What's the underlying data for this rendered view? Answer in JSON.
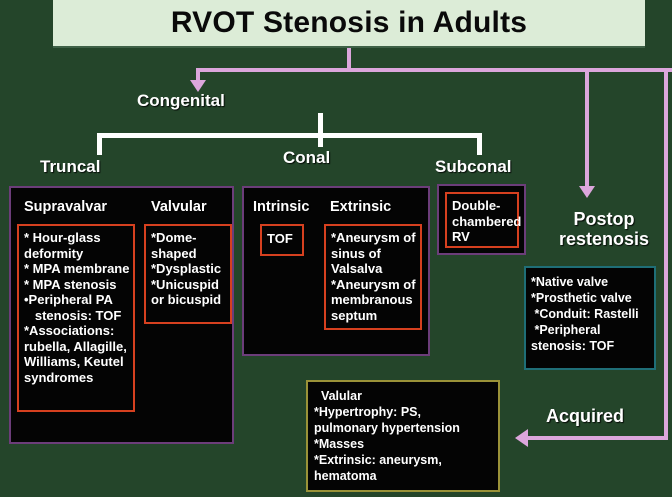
{
  "title": "RVOT Stenosis in Adults",
  "branches": {
    "congenital": "Congenital",
    "postop": "Postop\nrestenosis",
    "acquired": "Acquired"
  },
  "categories": {
    "truncal": "Truncal",
    "conal": "Conal",
    "subconal": "Subconal"
  },
  "truncal": {
    "supravalvar": {
      "heading": "Supravalvar",
      "items": [
        "* Hour-glass",
        "deformity",
        "* MPA membrane",
        "* MPA stenosis",
        "•Peripheral PA",
        "   stenosis: TOF",
        "*Associations:",
        "rubella, Allagille,",
        "Williams, Keutel",
        "syndromes"
      ]
    },
    "valvular": {
      "heading": "Valvular",
      "items": [
        "*Dome-",
        "shaped",
        "*Dysplastic",
        "*Unicuspid",
        "or bicuspid"
      ]
    }
  },
  "conal": {
    "intrinsic": {
      "heading": "Intrinsic",
      "items": [
        "TOF"
      ]
    },
    "extrinsic": {
      "heading": "Extrinsic",
      "items": [
        "*Aneurysm of",
        "sinus of",
        "Valsalva",
        "*Aneurysm of",
        "membranous",
        "septum"
      ]
    }
  },
  "subconal": {
    "items": [
      "Double-",
      "chambered",
      "RV"
    ]
  },
  "postop_box": {
    "items": [
      "*Native valve",
      "*Prosthetic valve",
      " *Conduit: Rastelli",
      " *Peripheral",
      "stenosis: TOF"
    ]
  },
  "acquired_box": {
    "items": [
      "  Valular",
      "*Hypertrophy: PS,",
      "pulmonary hypertension",
      "*Masses",
      "*Extrinsic: aneurysm,",
      "hematoma"
    ]
  },
  "colors": {
    "background": "#24452a",
    "banner": "#dcecd7",
    "panel_border": "#6c3d7a",
    "content_border": "#d6401f",
    "postop_border": "#1f6e77",
    "acquired_border": "#9a9238",
    "connector_white": "#ffffff",
    "connector_pink": "#dca6dc",
    "box_fill": "#040404"
  }
}
